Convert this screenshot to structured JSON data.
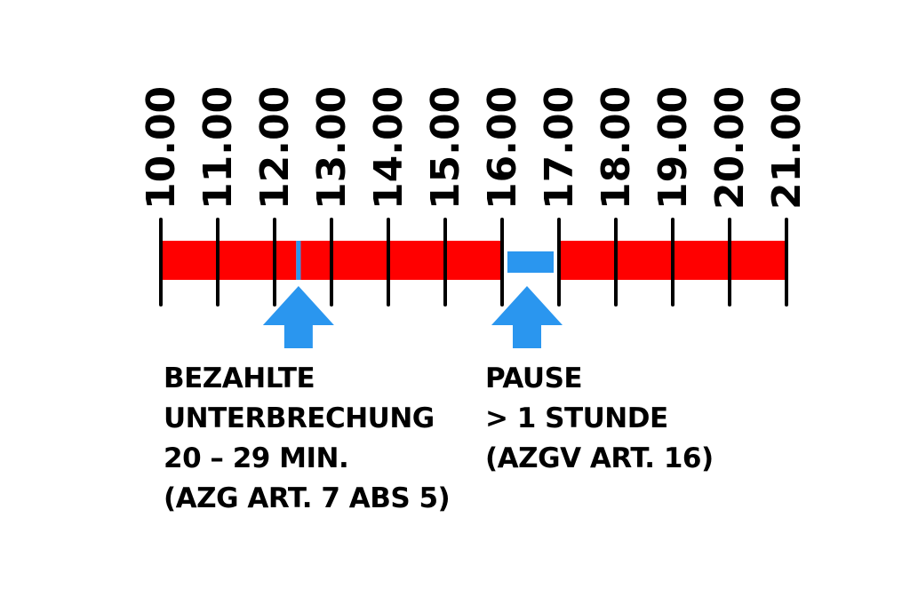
{
  "hours": [
    "10.00",
    "11.00",
    "12.00",
    "13.00",
    "14.00",
    "15.00",
    "16.00",
    "17.00",
    "18.00",
    "19.00",
    "20.00",
    "21.00"
  ],
  "colors": {
    "work": "#ff0000",
    "pause": "#2a96ef",
    "ink": "#000000"
  },
  "segments": [
    {
      "kind": "work",
      "start": 10.0,
      "end": 12.38
    },
    {
      "kind": "paid-break",
      "start": 12.38,
      "end": 12.46
    },
    {
      "kind": "work",
      "start": 12.46,
      "end": 16.0
    },
    {
      "kind": "pause",
      "start": 16.0,
      "end": 17.0
    },
    {
      "kind": "work",
      "start": 17.0,
      "end": 21.0
    }
  ],
  "annotations": {
    "paid_break": {
      "at": 12.42,
      "lines": [
        "BEZAHLTE",
        "UNTERBRECHUNG",
        "20 – 29 MIN.",
        "(AZG ART. 7 ABS 5)"
      ]
    },
    "pause": {
      "at": 16.5,
      "lines": [
        "PAUSE",
        "> 1 STUNDE",
        "(AZGV ART. 16)"
      ]
    }
  }
}
